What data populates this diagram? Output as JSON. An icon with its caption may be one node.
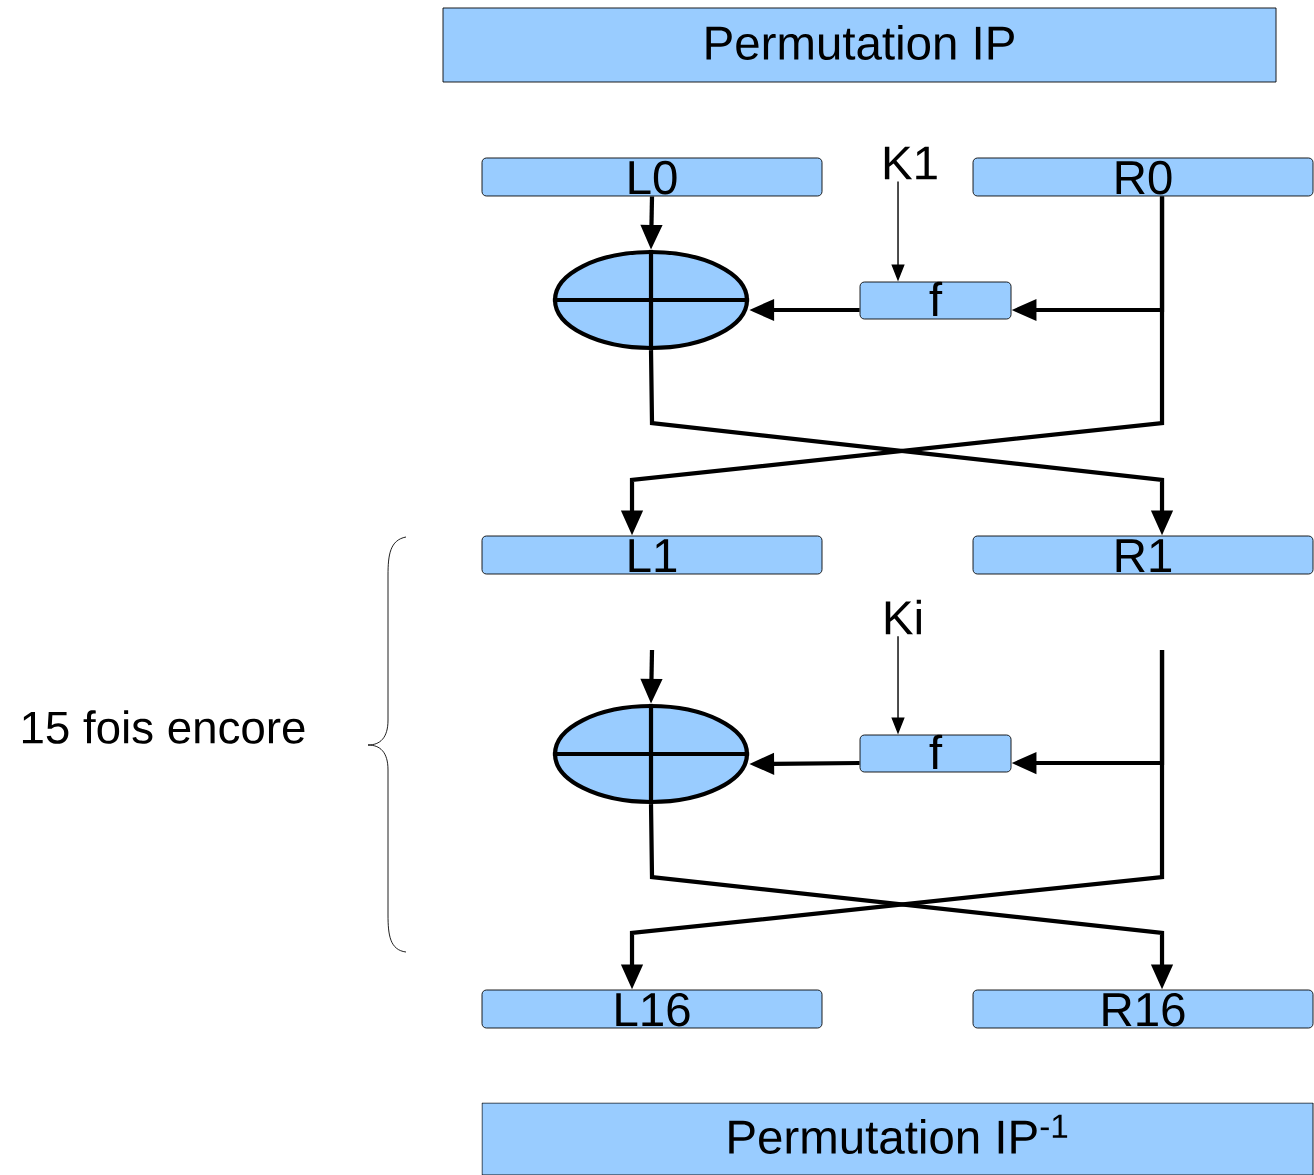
{
  "diagram": {
    "nodes": [
      {
        "text": [
          "Permutation IP"
        ]
      },
      {
        "text": [
          "L0"
        ]
      },
      {
        "text": [
          "K1"
        ]
      },
      {
        "text": [
          "R0"
        ]
      },
      {
        "text": [],
        "shape": "circle"
      },
      {
        "text": [
          "f"
        ]
      },
      {
        "text": [
          "L1"
        ]
      },
      {
        "text": [
          "R1"
        ]
      },
      {
        "text": [
          "Ki"
        ]
      },
      {
        "text": [],
        "shape": "circle"
      },
      {
        "text": [
          "f"
        ]
      },
      {
        "text": [
          "L16"
        ]
      },
      {
        "text": [
          "R16"
        ]
      },
      {
        "text": [
          "Permutation IP$^{-1}$"
        ]
      }
    ],
    "edges": [
      {
        "from": 1,
        "to": 4,
        "arrow": "to"
      },
      {
        "from": 2,
        "to": 5,
        "arrow": "to"
      },
      {
        "from": 3,
        "to": 5,
        "arrow": "to"
      },
      {
        "from": 5,
        "to": 4,
        "arrow": "to"
      },
      {
        "from": 4,
        "to": 7,
        "arrow": "to"
      },
      {
        "from": 3,
        "to": 6,
        "arrow": "to"
      },
      {
        "from": null,
        "to": 9,
        "arrow": "to"
      },
      {
        "from": 8,
        "to": 10,
        "arrow": "to"
      },
      {
        "from": null,
        "to": 10,
        "arrow": "to"
      },
      {
        "from": 10,
        "to": 9,
        "arrow": "to"
      },
      {
        "from": 9,
        "to": 12,
        "arrow": "to"
      },
      {
        "from": null,
        "to": 11,
        "arrow": "to"
      }
    ],
    "labels": [
      "15 fois encore"
    ]
  }
}
